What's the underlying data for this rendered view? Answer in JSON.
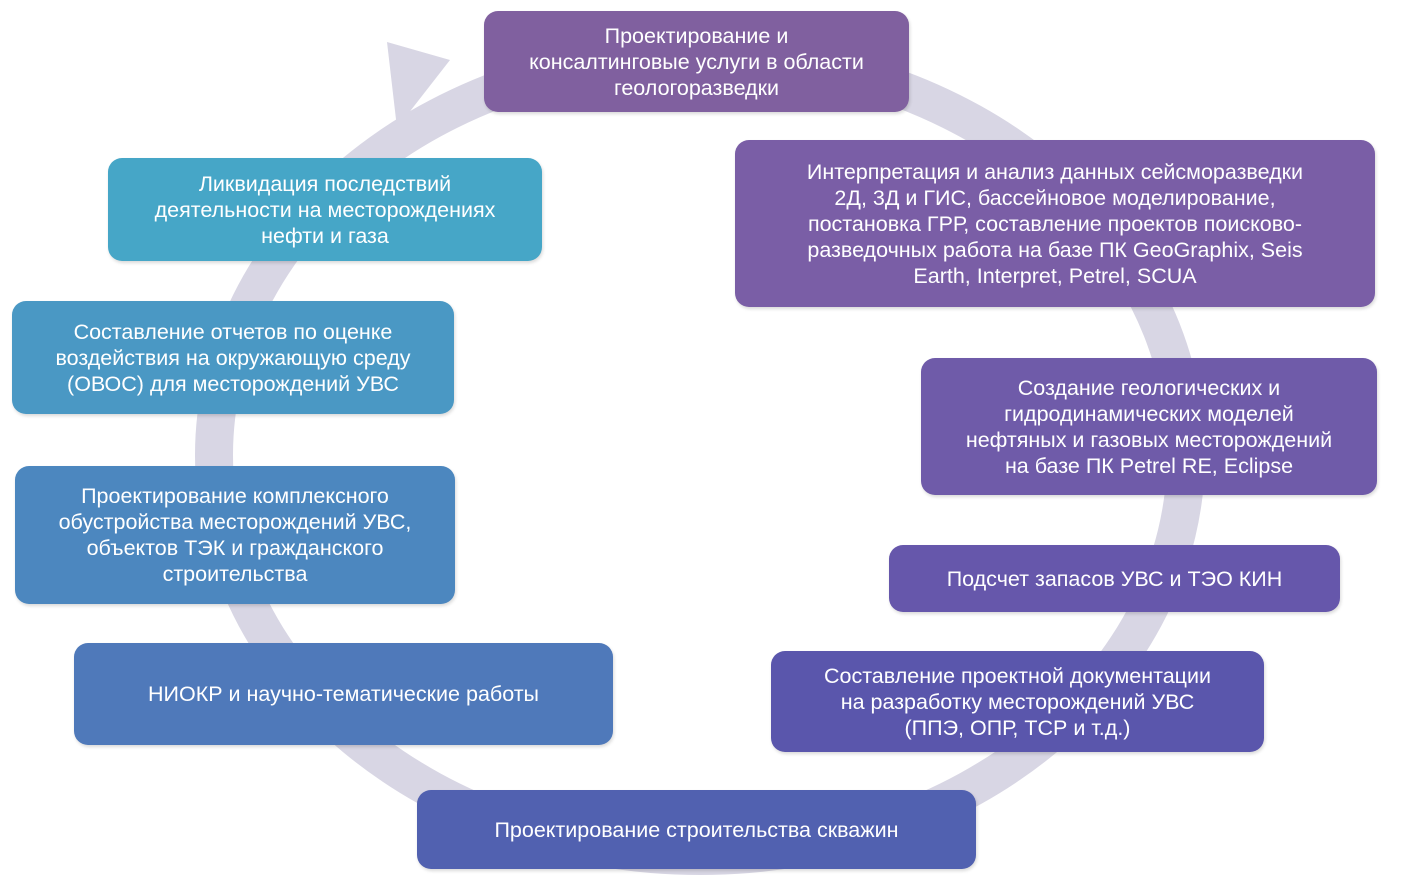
{
  "diagram": {
    "colors": {
      "ring": "#d8d6e4",
      "step1": "#80609f",
      "step2": "#7a5ea6",
      "step3": "#6f5ba9",
      "step4": "#6657ab",
      "step5": "#5a56ac",
      "step6": "#5161b0",
      "step7": "#4f79ba",
      "step8": "#4c87bf",
      "step9": "#4a98c4",
      "step10": "#46a6c7"
    },
    "steps": [
      {
        "label": "Проектирование и\nконсалтинговые услуги в области\nгеологоразведки"
      },
      {
        "label": "Интерпретация и анализ данных сейсморазведки\n2Д, 3Д и ГИС, бассейновое моделирование,\nпостановка ГРР, составление проектов поисково-\nразведочных работа на базе ПК GeoGraphix, Seis\nEarth, Interpret, Petrel, SCUA"
      },
      {
        "label": "Создание геологических и\nгидродинамических моделей\nнефтяных и газовых месторождений\nна базе ПК Petrel RE, Eclipse"
      },
      {
        "label": "Подсчет запасов УВС и ТЭО КИН"
      },
      {
        "label": "Составление проектной документации\nна разработку месторождений УВС\n(ППЭ, ОПР, ТСР и т.д.)"
      },
      {
        "label": "Проектирование строительства скважин"
      },
      {
        "label": "НИОКР и научно-тематические работы"
      },
      {
        "label": "Проектирование комплексного\nобустройства месторождений УВС,\nобъектов ТЭК и гражданского\nстроительства"
      },
      {
        "label": "Составление отчетов  по оценке\nвоздействия на окружающую среду\n(ОВОС) для месторождений УВС"
      },
      {
        "label": "Ликвидация последствий\nдеятельности на месторождениях\nнефти и газа"
      }
    ]
  }
}
